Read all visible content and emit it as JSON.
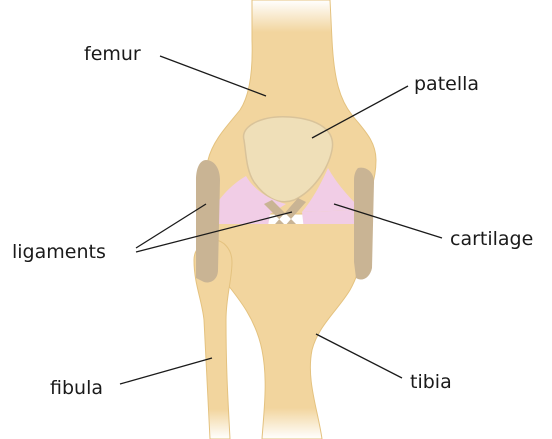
{
  "labels": {
    "femur": "femur",
    "patella": "patella",
    "cartilage": "cartilage",
    "ligaments": "ligaments",
    "fibula": "fibula",
    "tibia": "tibia"
  },
  "colors": {
    "bone": "#f2d59e",
    "bone_dark": "#e4c27f",
    "patella": "#efdfb8",
    "cartilage": "#f1cde6",
    "ligament": "#c9b494",
    "line": "#1a1a1a"
  }
}
